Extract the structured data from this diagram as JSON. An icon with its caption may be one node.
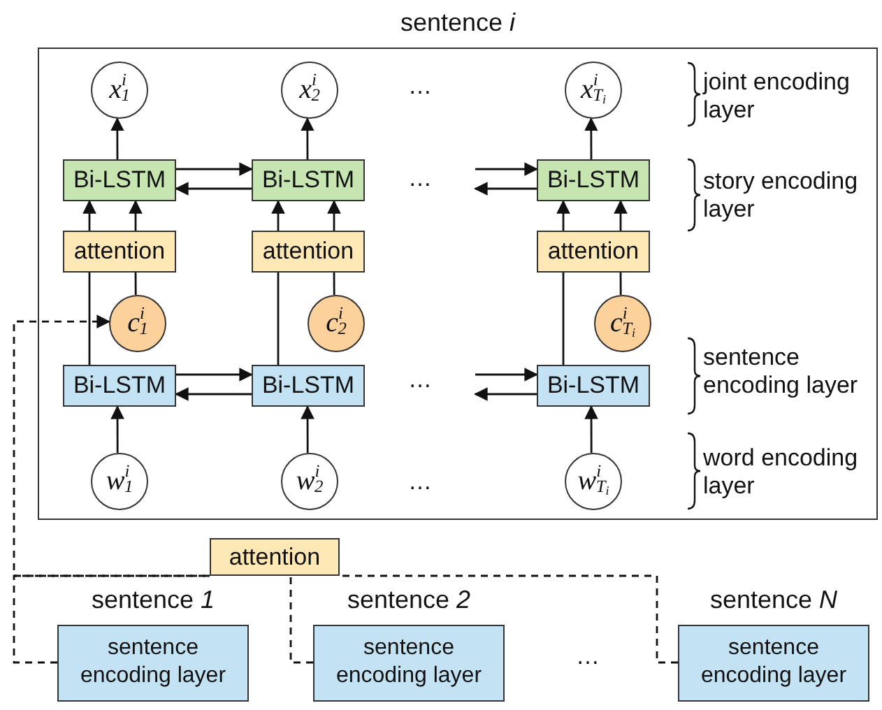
{
  "diagram": {
    "nodes": [
      {
        "text": [
          "sentence *i*"
        ]
      },
      {
        "text": [
          "*x*$^{i}$$_{1}$"
        ],
        "in": 0
      },
      {
        "text": [
          "*x*$^{i}$$_{2}$"
        ],
        "in": 0
      },
      {
        "text": [
          "*x*$^{i}$$_{T}$$_{i}$"
        ],
        "in": 0
      },
      {
        "text": [
          "Bi-LSTM"
        ],
        "in": 0
      },
      {
        "text": [
          "Bi-LSTM"
        ],
        "in": 0
      },
      {
        "text": [
          "Bi-LSTM"
        ],
        "in": 0
      },
      {
        "text": [
          "attention"
        ],
        "in": 0
      },
      {
        "text": [
          "attention"
        ],
        "in": 0
      },
      {
        "text": [
          "attention"
        ],
        "in": 0
      },
      {
        "text": [
          "*c*$^{i}$$_{1}$"
        ],
        "in": 0
      },
      {
        "text": [
          "*c*$^{i}$$_{2}$"
        ],
        "in": 0
      },
      {
        "text": [
          "*c*$^{i}$$_{T}$$_{i}$"
        ],
        "in": 0
      },
      {
        "text": [
          "Bi-LSTM"
        ],
        "in": 0
      },
      {
        "text": [
          "Bi-LSTM"
        ],
        "in": 0
      },
      {
        "text": [
          "Bi-LSTM"
        ],
        "in": 0
      },
      {
        "text": [
          "*w*$^{i}$$_{1}$"
        ],
        "in": 0
      },
      {
        "text": [
          "*w*$^{i}$$_{2}$"
        ],
        "in": 0
      },
      {
        "text": [
          "*w*$^{i}$$_{T}$$_{i}$"
        ],
        "in": 0
      },
      {
        "text": [
          "attention"
        ]
      },
      {
        "text": [
          "sentence *1*",
          "sentence encoding layer"
        ]
      },
      {
        "text": [
          "sentence *2*",
          "sentence encoding layer"
        ]
      },
      {
        "text": [
          "sentence *N*",
          "sentence encoding layer"
        ]
      }
    ],
    "edges": [
      {
        "from": 4,
        "to": 1,
        "arrow": "to"
      },
      {
        "from": 5,
        "to": 2,
        "arrow": "to"
      },
      {
        "from": 6,
        "to": 3,
        "arrow": "to"
      },
      {
        "from": 4,
        "to": 5,
        "arrow": "to"
      },
      {
        "from": 5,
        "to": 4,
        "arrow": "to"
      },
      {
        "from": null,
        "to": 6,
        "arrow": "to"
      },
      {
        "from": 6,
        "to": null,
        "arrow": "to"
      },
      {
        "from": 7,
        "to": 4,
        "arrow": "to"
      },
      {
        "from": 7,
        "to": 4,
        "arrow": "to"
      },
      {
        "from": 8,
        "to": 5,
        "arrow": "to"
      },
      {
        "from": 8,
        "to": 5,
        "arrow": "to"
      },
      {
        "from": 9,
        "to": 6,
        "arrow": "to"
      },
      {
        "from": 9,
        "to": 6,
        "arrow": "to"
      },
      {
        "from": 13,
        "to": 7,
        "arrow": "none"
      },
      {
        "from": 10,
        "to": 7,
        "arrow": "none"
      },
      {
        "from": 14,
        "to": 8,
        "arrow": "none"
      },
      {
        "from": 11,
        "to": 8,
        "arrow": "none"
      },
      {
        "from": 15,
        "to": 9,
        "arrow": "none"
      },
      {
        "from": 12,
        "to": 9,
        "arrow": "none"
      },
      {
        "from": 13,
        "to": 14,
        "arrow": "to"
      },
      {
        "from": 14,
        "to": 13,
        "arrow": "to"
      },
      {
        "from": null,
        "to": 15,
        "arrow": "to"
      },
      {
        "from": 15,
        "to": null,
        "arrow": "to"
      },
      {
        "from": 16,
        "to": 13,
        "arrow": "to"
      },
      {
        "from": 17,
        "to": 14,
        "arrow": "to"
      },
      {
        "from": 18,
        "to": 15,
        "arrow": "to"
      },
      {
        "from": 20,
        "to": 19,
        "arrow": "none",
        "style": "dashed"
      },
      {
        "from": 21,
        "to": 19,
        "arrow": "none",
        "style": "dashed"
      },
      {
        "from": 22,
        "to": 19,
        "arrow": "none",
        "style": "dashed"
      },
      {
        "from": 19,
        "to": 10,
        "arrow": "to",
        "style": "dashed"
      }
    ],
    "labels": [
      "…",
      "joint encoding layer",
      "…",
      "story encoding layer",
      "…",
      "sentence encoding layer",
      "…",
      "word encoding layer",
      "…"
    ]
  }
}
